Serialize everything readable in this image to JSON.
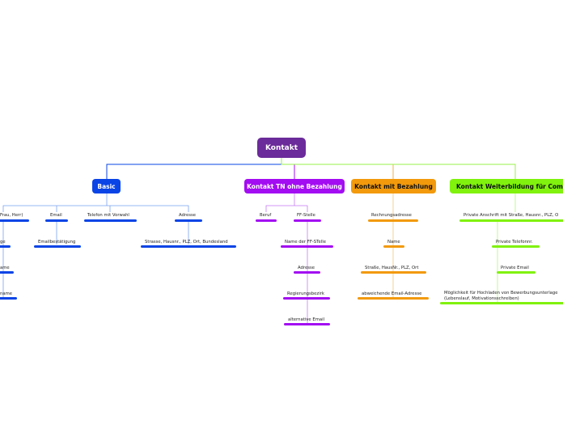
{
  "root": {
    "label": "Kontakt",
    "color": "#6b2b9a"
  },
  "branches": [
    {
      "label": "Basic",
      "color": "#0a44e6",
      "text_color": "#ffffff"
    },
    {
      "label": "Kontakt TN ohne Bezahlung",
      "color": "#a30df2",
      "text_color": "#ffffff"
    },
    {
      "label": "Kontakt mit Bezahlung",
      "color": "#f29a0c",
      "text_color": "#111111"
    },
    {
      "label": "Kontakt Weiterbildung für Commu",
      "color": "#80f20d",
      "text_color": "#111111"
    }
  ],
  "basic": {
    "children": [
      "Frau, Herr)",
      "Email",
      "Telefon mit Vorwahl",
      "Adresse"
    ],
    "left_items": [
      "ge",
      "ame",
      "name"
    ],
    "email_child": "Emailbestätigung",
    "adresse_child": "Strasse, Hausnr., PLZ, Ort, Bundesland"
  },
  "ohne": {
    "children": [
      "Beruf",
      "FF-Stelle"
    ],
    "chain": [
      "Name der FF-STelle",
      "Adresse",
      "Regierungsbezirk",
      "alternative Email"
    ]
  },
  "mit": {
    "chain": [
      "Rechnungsadresse",
      "Name",
      "Straße, HausNr., PLZ, Ort",
      "abweichende Email-Adresse"
    ]
  },
  "weiter": {
    "chain": [
      "Private Anschrift mit Straße, Hausnr., PLZ, O",
      "Private Telefonnr.",
      "Private Email"
    ],
    "last_line1": "Möglichkeit für Hochladen von Bewerbungsunterlage",
    "last_line2": "(Lebenslauf, Motivationsschreiben)"
  }
}
